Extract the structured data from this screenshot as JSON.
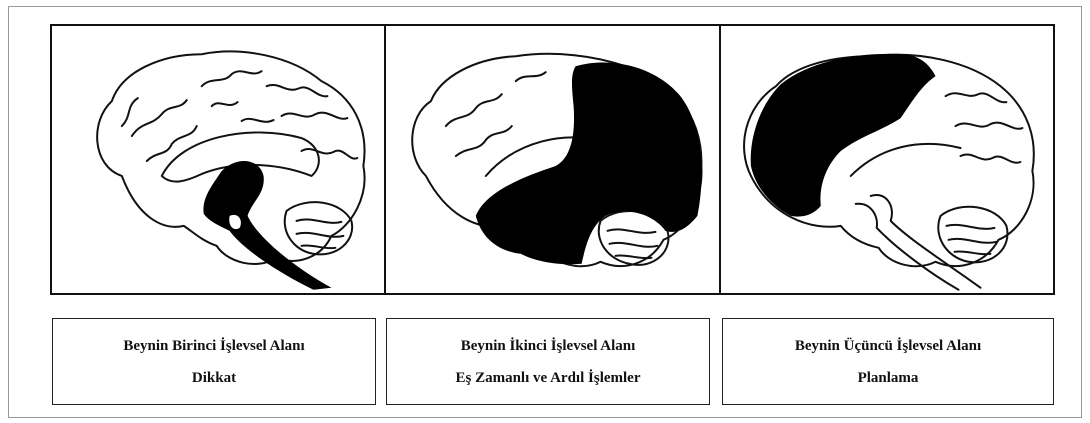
{
  "panels": [
    {
      "highlight": "brainstem",
      "caption_line1": "Beynin Birinci İşlevsel Alanı",
      "caption_line2": "Dikkat"
    },
    {
      "highlight": "posterior-cortex",
      "caption_line1": "Beynin İkinci İşlevsel Alanı",
      "caption_line2": "Eş Zamanlı ve Ardıl İşlemler"
    },
    {
      "highlight": "frontal-cortex",
      "caption_line1": "Beynin Üçüncü İşlevsel Alanı",
      "caption_line2": "Planlama"
    }
  ],
  "colors": {
    "outline": "#111111",
    "highlight": "#000000",
    "background": "#ffffff",
    "frame": "#9a9a9a"
  }
}
